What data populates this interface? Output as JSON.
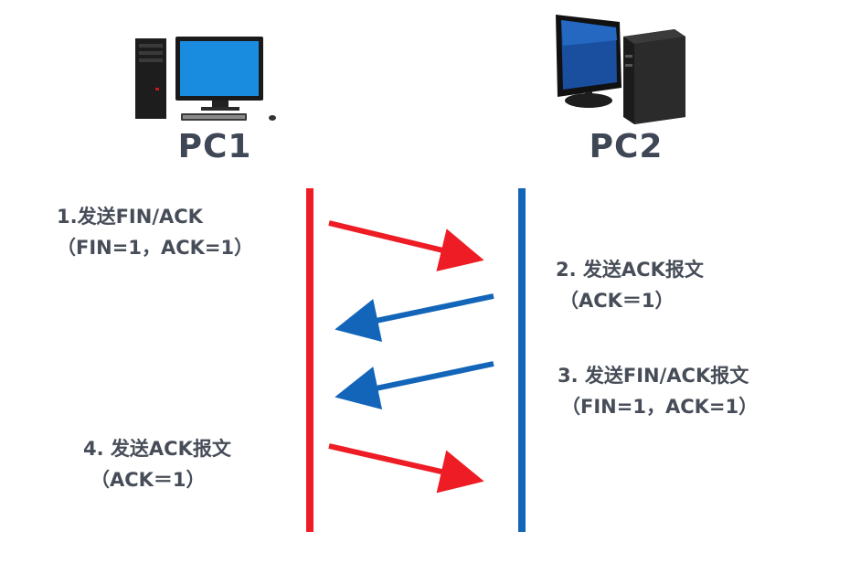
{
  "nodes": {
    "pc1": {
      "label": "PC1"
    },
    "pc2": {
      "label": "PC2"
    }
  },
  "steps": [
    {
      "line1": "1.发送FIN/ACK",
      "line2": "（FIN=1，ACK=1）",
      "direction": "PC1→PC2"
    },
    {
      "line1": "2. 发送ACK报文",
      "line2": "（ACK＝1）",
      "direction": "PC2→PC1"
    },
    {
      "line1": "3. 发送FIN/ACK报文",
      "line2": "（FIN=1，ACK=1）",
      "direction": "PC2→PC1"
    },
    {
      "line1": "4. 发送ACK报文",
      "line2": "（ACK＝1）",
      "direction": "PC1→PC2"
    }
  ],
  "colors": {
    "pc1_line": "#ee1c24",
    "pc2_line": "#1265b8",
    "label_text": "#3f4756"
  },
  "icons": {
    "pc1": "desktop-computer-icon",
    "pc2": "desktop-computer-icon"
  }
}
